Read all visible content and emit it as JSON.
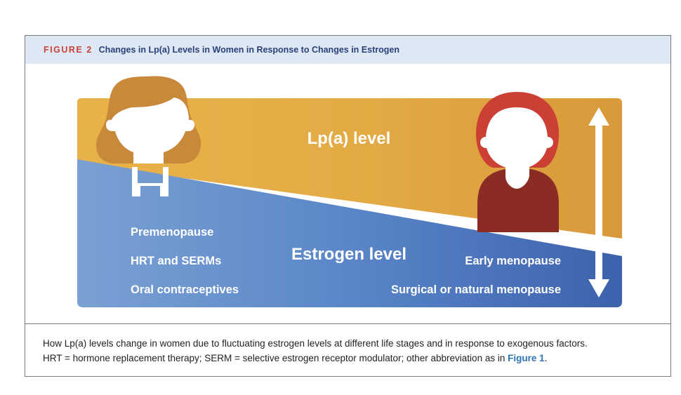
{
  "header": {
    "figure_label": "FIGURE 2",
    "title": "Changes in Lp(a) Levels in Women in Response to Changes in Estrogen"
  },
  "diagram": {
    "lpa_label": "Lp(a) level",
    "estrogen_label": "Estrogen level",
    "left_labels": [
      "Premenopause",
      "HRT and SERMs",
      "Oral contraceptives"
    ],
    "right_labels": [
      "Early menopause",
      "Surgical or natural menopause"
    ]
  },
  "caption": {
    "line1": "How Lp(a) levels change in women due to fluctuating estrogen levels at different life stages and in response to exogenous factors.",
    "line2_prefix": "HRT = hormone replacement therapy; SERM = selective estrogen receptor modulator; other abbreviation as in ",
    "line2_link": "Figure 1",
    "line2_suffix": "."
  },
  "colors": {
    "lpa_band": "#e0a43c",
    "estrogen_band": "#4f7cc0",
    "premenopause_hair": "#c9893a",
    "menopause_hair": "#cc3f35",
    "menopause_shirt": "#8a2c24",
    "figure_label": "#c8423a",
    "title": "#2a3f7a",
    "header_bg": "#dde8f4",
    "link": "#2f74b5"
  }
}
